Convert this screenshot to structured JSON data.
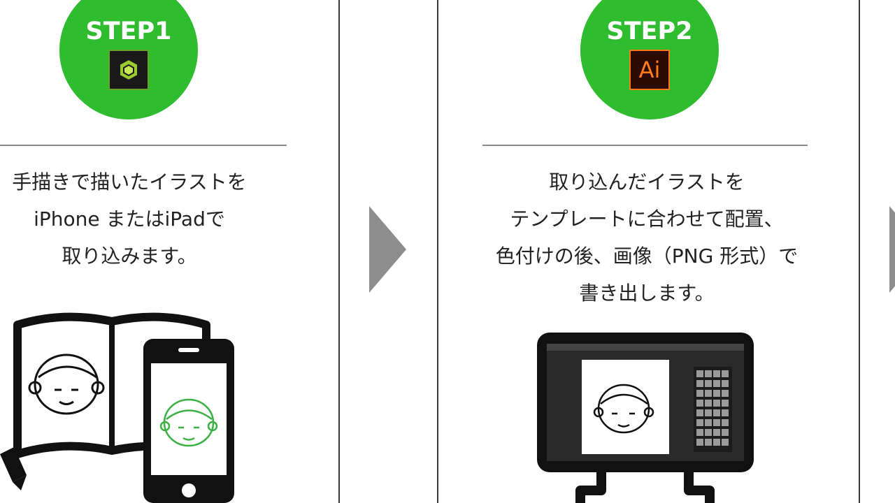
{
  "colors": {
    "step_circle": "#2fbc2f",
    "divider": "#8a8a8a",
    "arrow": "#8d8d8d",
    "ai_orange": "#ff7a1a",
    "aero_green": "#9acd32",
    "sketch_green": "#3cb043"
  },
  "step1": {
    "label": "STEP1",
    "app_icon": "adobe-aero-icon",
    "lines": [
      "手描きで描いたイラストを",
      "iPhone またはiPadで",
      "取り込みます。"
    ]
  },
  "step2": {
    "label": "STEP2",
    "app_icon": "adobe-illustrator-icon",
    "app_icon_text": "Ai",
    "lines": [
      "取り込んだイラストを",
      "テンプレートに合わせて配置、",
      "色付けの後、画像（PNG 形式）で",
      "書き出します。"
    ]
  },
  "next_arrow_icon": "triangle-right-icon"
}
